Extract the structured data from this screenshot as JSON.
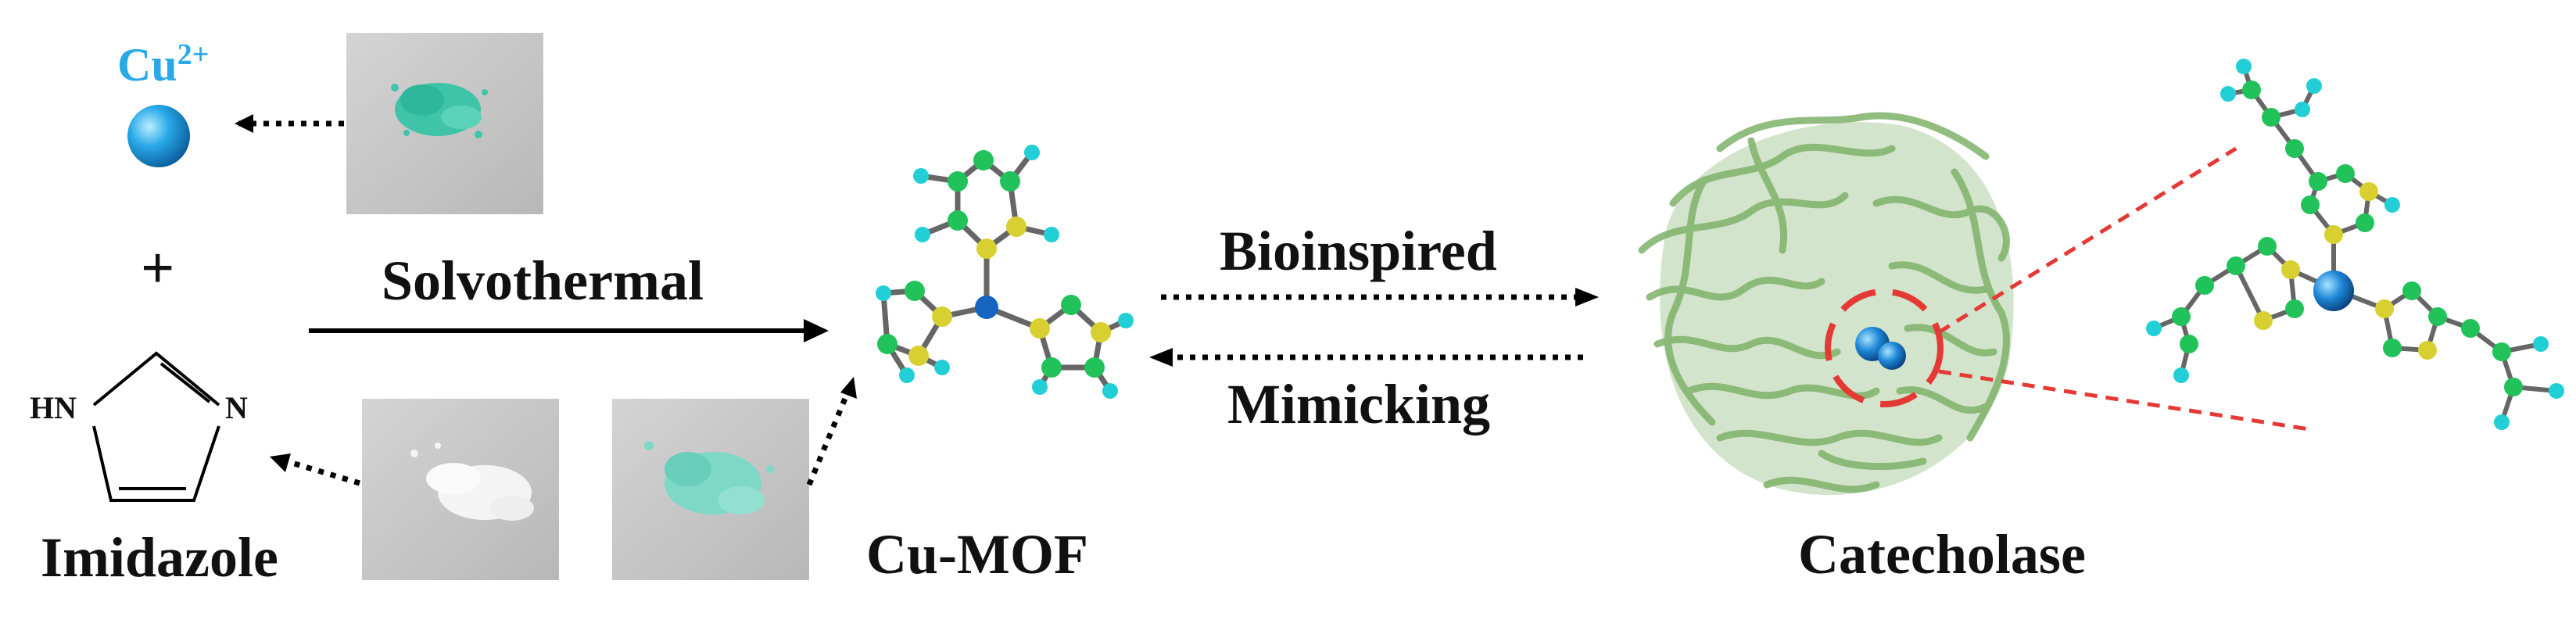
{
  "diagram": {
    "cu_ion_label_base": "Cu",
    "cu_ion_label_charge": "2+",
    "plus_sign": "+",
    "imidazole_hn": "HN",
    "imidazole_n": "N",
    "imidazole_label": "Imidazole",
    "reaction_label": "Solvothermal",
    "product_label": "Cu-MOF",
    "bioinspired_label": "Bioinspired",
    "mimicking_label": "Mimicking",
    "enzyme_label": "Catecholase"
  },
  "colors": {
    "cu_ion": "#29a9e8",
    "copper_atom": "#1565c0",
    "carbon": "#22c25a",
    "nitrogen": "#d8d030",
    "hydrogen": "#22cfd6",
    "protein": "#7fb26a",
    "highlight": "#e53935",
    "powder_blue_green": "#3fc4a8",
    "powder_white": "#f4f4f4",
    "photo_bg": "#c9c9c9"
  }
}
